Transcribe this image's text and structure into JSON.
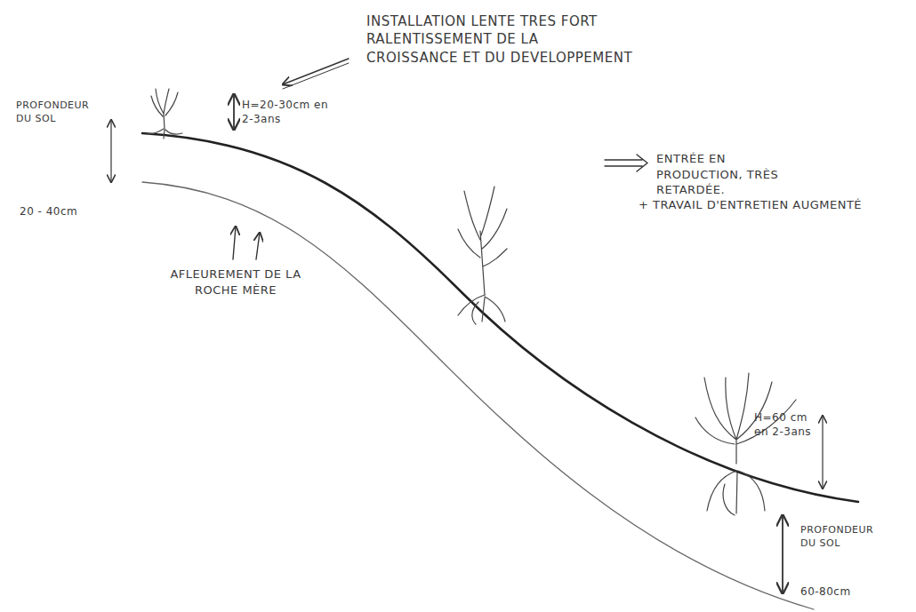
{
  "diagram": {
    "labels": [
      "INSTALLATION LENTE TRES FORT RALENTISSEMENT DE LA CROISSANCE ET DU DEVELOPPEMENT",
      "ENTRÉE EN PRODUCTION, TRÈS RETARDÉE.",
      "+ TRAVAIL D'ENTRETIEN AUGMENTÉ",
      "PROFONDEUR DU SOL",
      "20 - 40cm",
      "H=20-30cm en 2-3ans",
      "AFLEUREMENT DE LA ROCHE MÈRE",
      "H=60 cm en 2-3ans",
      "PROFONDEUR DU SOL",
      "60-80cm"
    ]
  }
}
